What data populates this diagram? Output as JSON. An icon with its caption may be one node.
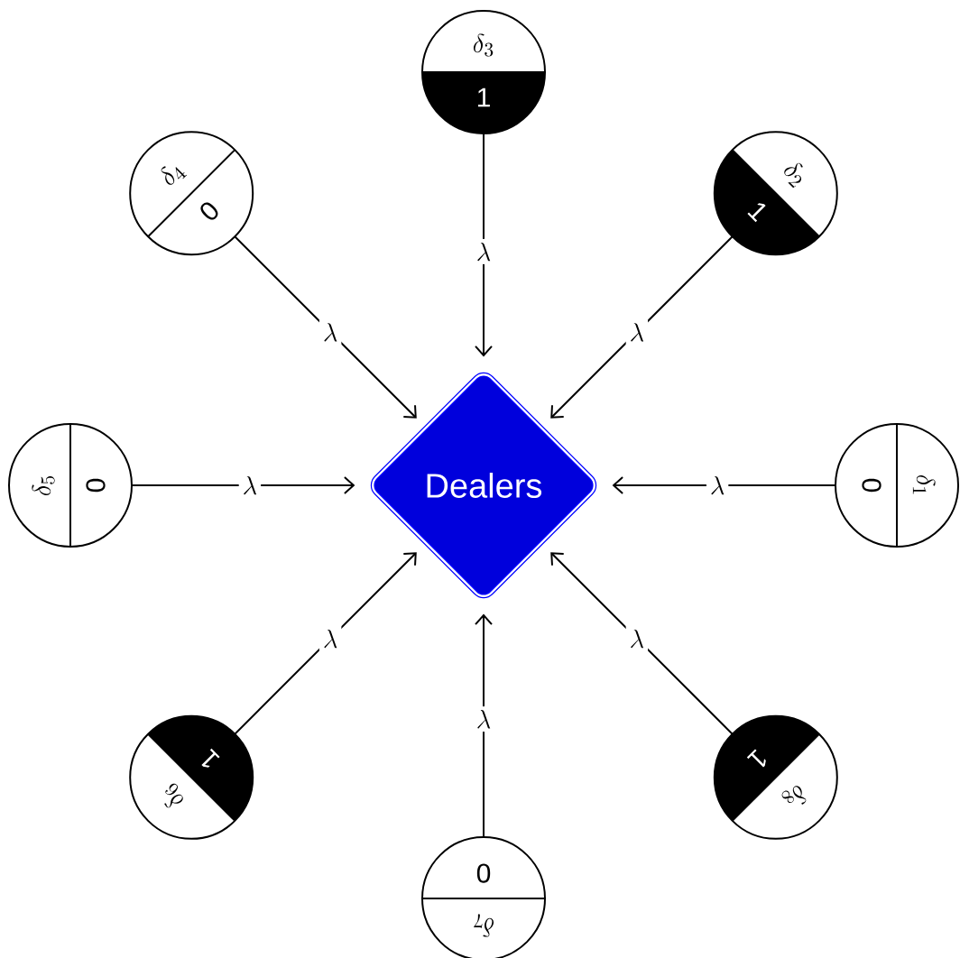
{
  "diagram": {
    "nodes": [
      {
        "text": [
          "\\delta_{3}",
          "1"
        ]
      },
      {
        "text": [
          "\\delta_{4}",
          "0"
        ]
      },
      {
        "text": [
          "\\delta_{2}",
          "1"
        ]
      },
      {
        "text": [
          "\\delta_{5}",
          "0"
        ]
      },
      {
        "text": [
          "Dealers"
        ]
      },
      {
        "text": [
          "\\delta_{1}",
          "0"
        ]
      },
      {
        "text": [
          "\\delta_{6}",
          "1"
        ]
      },
      {
        "text": [
          "\\delta_{8}",
          "1"
        ]
      },
      {
        "text": [
          "\\delta_{7}",
          "0"
        ]
      }
    ],
    "edges": [
      {
        "from": 0,
        "to": 4,
        "arrow": "to",
        "label": "\\lambda"
      },
      {
        "from": 1,
        "to": 4,
        "arrow": "to",
        "label": "\\lambda"
      },
      {
        "from": 2,
        "to": 4,
        "arrow": "to",
        "label": "\\lambda"
      },
      {
        "from": 3,
        "to": 4,
        "arrow": "to",
        "label": "\\lambda"
      },
      {
        "from": 5,
        "to": 4,
        "arrow": "to",
        "label": "\\lambda"
      },
      {
        "from": 6,
        "to": 4,
        "arrow": "to",
        "label": "\\lambda"
      },
      {
        "from": 7,
        "to": 4,
        "arrow": "to",
        "label": "\\lambda"
      },
      {
        "from": 8,
        "to": 4,
        "arrow": "to",
        "label": "\\lambda"
      }
    ]
  }
}
